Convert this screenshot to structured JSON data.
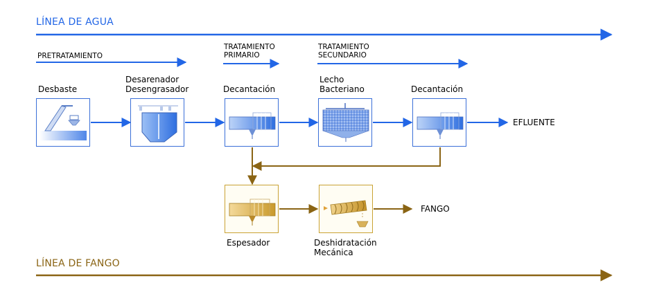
{
  "water_line": {
    "title": "LÍNEA DE AGUA",
    "color": "#2266e6"
  },
  "sludge_line": {
    "title": "LÍNEA DE FANGO",
    "color": "#8a6414"
  },
  "stages": {
    "pretreatment": "PRETRATAMIENTO",
    "primary": [
      "TRATAMIENTO",
      "PRIMARIO"
    ],
    "secondary": [
      "TRATAMIENTO",
      "SECUNDARIO"
    ]
  },
  "units": {
    "screening": "Desbaste",
    "degritter": [
      "Desarenador",
      "Desengrasador"
    ],
    "primary_settling": "Decantación",
    "trickling_filter": [
      "Lecho",
      "Bacteriano"
    ],
    "secondary_settling": "Decantación",
    "thickener": "Espesador",
    "dewatering": [
      "Deshidratación",
      "Mecánica"
    ]
  },
  "outputs": {
    "effluent": "EFLUENTE",
    "sludge": "FANGO"
  }
}
